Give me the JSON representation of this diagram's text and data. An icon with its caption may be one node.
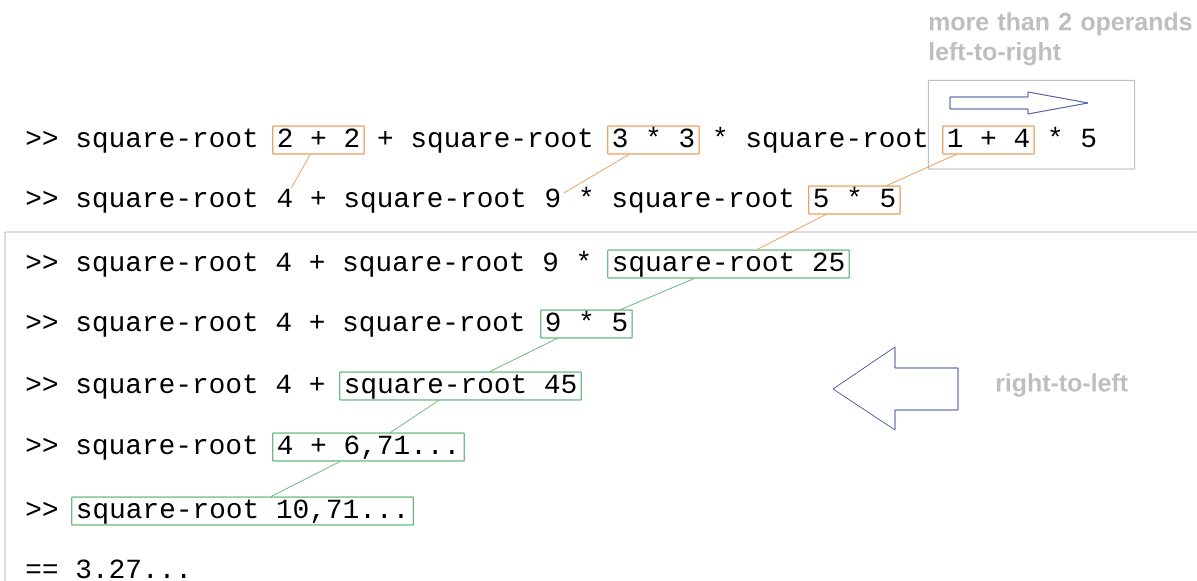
{
  "diagram": {
    "nodes": [
      {
        "text": [
          "more than 2 operands left-to-right",
          "* 5"
        ]
      },
      {
        "text": [
          "2 + 2"
        ]
      },
      {
        "text": [
          "3 * 3"
        ]
      },
      {
        "text": [
          "1 + 4"
        ],
        "in": 0
      },
      {
        "text": [
          "4"
        ]
      },
      {
        "text": [
          "9"
        ]
      },
      {
        "text": [
          "5 * 5"
        ]
      },
      {
        "text": [
          "right-to-left"
        ]
      },
      {
        "text": [
          "square-root 25"
        ],
        "in": 7
      },
      {
        "text": [
          "9 * 5"
        ],
        "in": 7
      },
      {
        "text": [
          "square-root 45"
        ],
        "in": 7
      },
      {
        "text": [
          "4 + 6,71..."
        ],
        "in": 7
      },
      {
        "text": [
          "square-root 10,71..."
        ],
        "in": 7
      }
    ],
    "edges": [
      {
        "from": 1,
        "to": 4,
        "arrow": "none",
        "color": "#e8822e"
      },
      {
        "from": 2,
        "to": 5,
        "arrow": "none",
        "color": "#e8822e"
      },
      {
        "from": 3,
        "to": 6,
        "arrow": "none",
        "color": "#e8822e"
      },
      {
        "from": 6,
        "to": 8,
        "arrow": "none",
        "color": "#e8822e"
      },
      {
        "from": 8,
        "to": 9,
        "arrow": "none",
        "color": "#3aa655"
      },
      {
        "from": 9,
        "to": 10,
        "arrow": "none",
        "color": "#3aa655"
      },
      {
        "from": 10,
        "to": 11,
        "arrow": "none",
        "color": "#3aa655"
      },
      {
        "from": 11,
        "to": 12,
        "arrow": "none",
        "color": "#3aa655"
      }
    ],
    "labels": [
      ">> square-root",
      "+ square-root",
      "* square-root",
      ">> square-root",
      "+ square-root",
      "* square-root",
      ">> square-root 4 + square-root 9 *",
      ">> square-root 4 + square-root",
      ">> square-root 4 +",
      ">> square-root",
      ">>",
      "== 3.27..."
    ]
  }
}
